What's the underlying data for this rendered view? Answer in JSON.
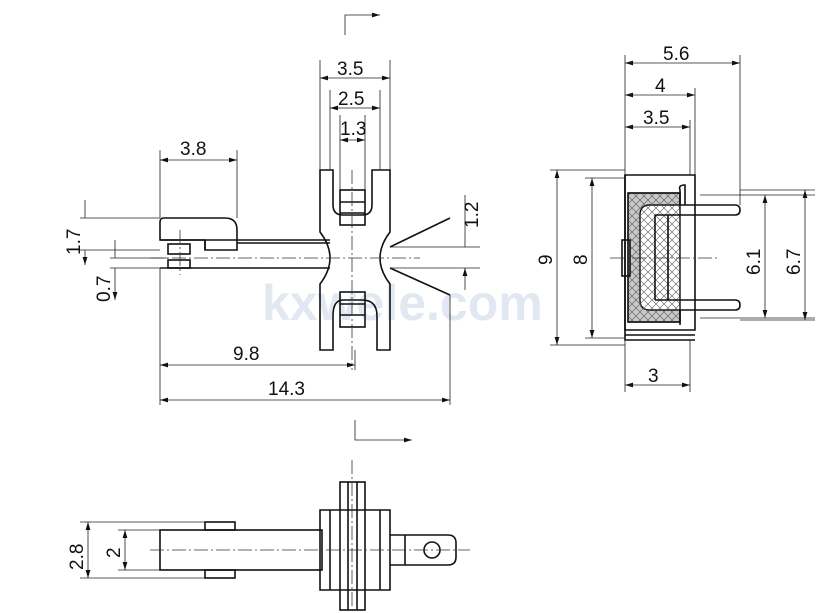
{
  "watermark": "kxwele.com",
  "front_view": {
    "dims": {
      "w35": "3.5",
      "w25": "2.5",
      "w13": "1.3",
      "w38": "3.8",
      "h17": "1.7",
      "h07": "0.7",
      "h12": "1.2",
      "l98": "9.8",
      "l143": "14.3"
    }
  },
  "side_view": {
    "dims": {
      "w56": "5.6",
      "w4": "4",
      "w35": "3.5",
      "h9": "9",
      "h8": "8",
      "h61": "6.1",
      "h67": "6.7",
      "w3": "3"
    }
  },
  "bottom_view": {
    "dims": {
      "h28": "2.8",
      "h2": "2"
    }
  }
}
